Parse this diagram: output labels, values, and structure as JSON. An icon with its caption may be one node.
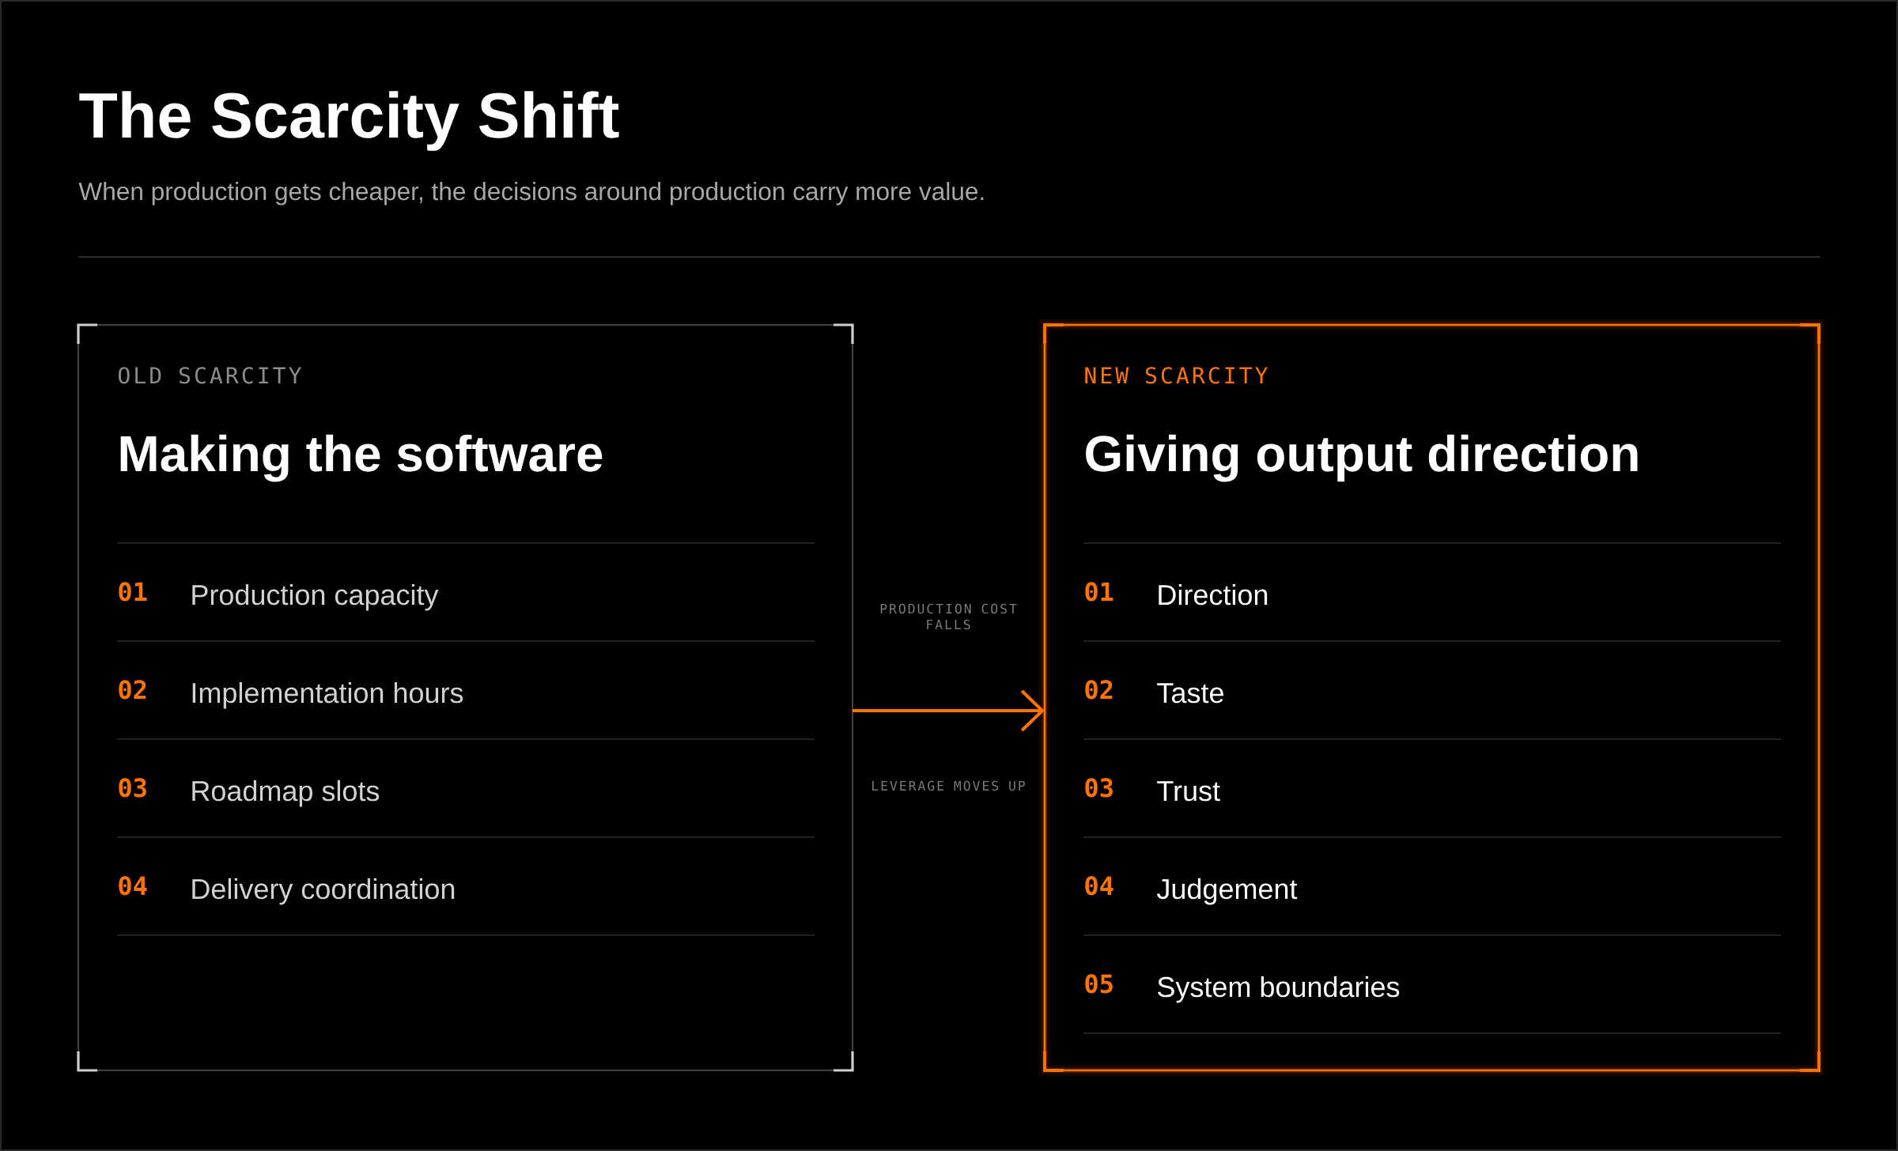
{
  "diagram": {
    "title": "The Scarcity Shift",
    "nodes": [
      {
        "text": [
          "OLD SCARCITY",
          "Making the software"
        ]
      },
      {
        "text": [
          "01",
          "Production capacity"
        ],
        "in": 0
      },
      {
        "text": [
          "02",
          "Implementation hours"
        ],
        "in": 0
      },
      {
        "text": [
          "03",
          "Roadmap slots"
        ],
        "in": 0
      },
      {
        "text": [
          "04",
          "Delivery coordination"
        ],
        "in": 0
      },
      {
        "text": [
          "NEW SCARCITY",
          "Giving output direction"
        ]
      },
      {
        "text": [
          "01",
          "Direction"
        ],
        "in": 5
      },
      {
        "text": [
          "02",
          "Taste"
        ],
        "in": 5
      },
      {
        "text": [
          "03",
          "Trust"
        ],
        "in": 5
      },
      {
        "text": [
          "04",
          "Judgement"
        ],
        "in": 5
      },
      {
        "text": [
          "05",
          "System boundaries"
        ],
        "in": 5
      }
    ],
    "edges": [
      {
        "from": 0,
        "to": 5,
        "arrow": "to"
      }
    ],
    "labels": [
      "When production gets cheaper, the decisions around production carry more value.",
      "PRODUCTION COST FALLS",
      "LEVERAGE MOVES UP"
    ]
  }
}
